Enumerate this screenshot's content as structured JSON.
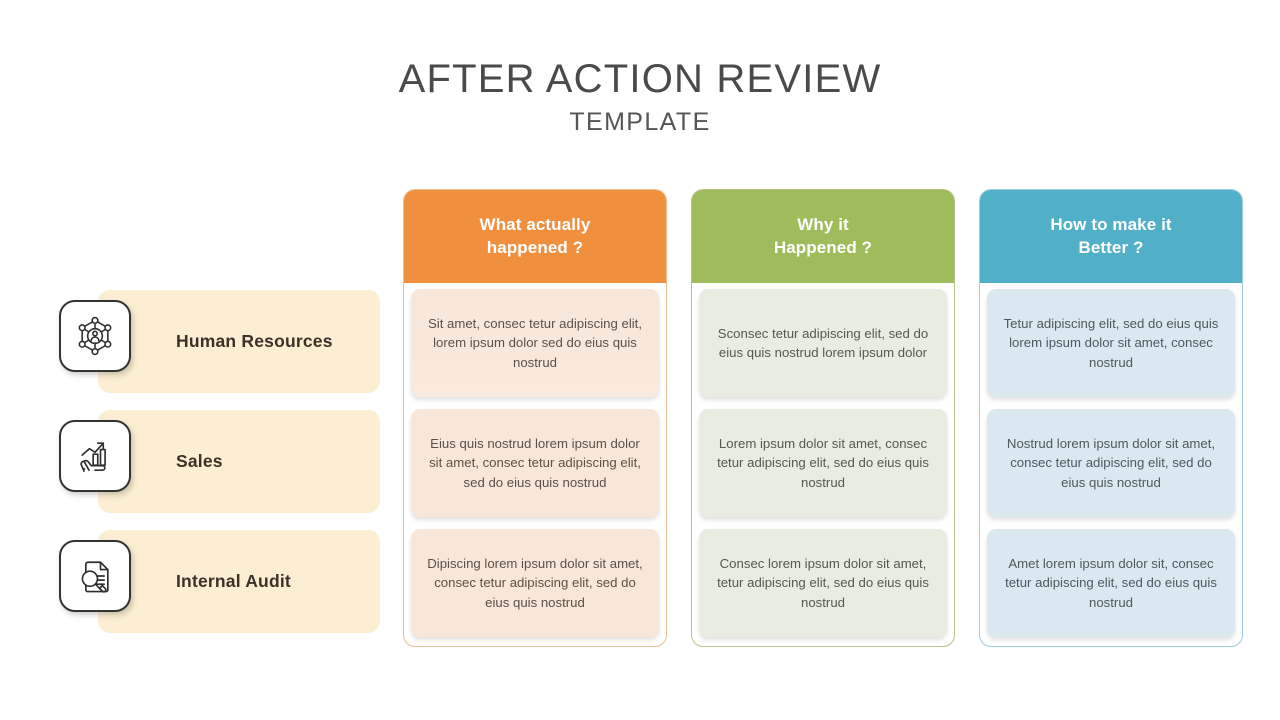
{
  "title": {
    "main": "AFTER ACTION REVIEW",
    "sub": "TEMPLATE"
  },
  "categories": [
    {
      "label": "Human Resources",
      "icon": "network-people-icon"
    },
    {
      "label": "Sales",
      "icon": "hand-growth-chart-icon"
    },
    {
      "label": "Internal Audit",
      "icon": "document-magnifier-icon"
    }
  ],
  "columns": [
    {
      "header": "What actually happened ?",
      "header_line1": "What actually",
      "header_line2": "happened ?",
      "color": "#f0903f",
      "border": "#e7bf92",
      "cell_bg": "#f8e6d8",
      "cells": [
        "Sit amet, consec tetur adipiscing elit, lorem ipsum dolor  sed do eius quis nostrud",
        "Eius quis nostrud  lorem ipsum dolor sit amet, consec tetur adipiscing elit, sed do eius quis nostrud",
        "Dipiscing lorem ipsum dolor sit amet, consec tetur adipiscing elit, sed do eius quis nostrud"
      ]
    },
    {
      "header": "Why it Happened ?",
      "header_line1": "Why it",
      "header_line2": "Happened ?",
      "color": "#9fbc5c",
      "border": "#b4c48a",
      "cell_bg": "#e9ece0",
      "cells": [
        "Sconsec tetur adipiscing elit, sed do eius quis nostrud lorem ipsum dolor",
        "Lorem ipsum dolor sit amet, consec tetur adipiscing elit, sed do eius quis nostrud",
        "Consec lorem ipsum dolor sit amet, tetur adipiscing elit, sed do eius quis nostrud"
      ]
    },
    {
      "header": "How to make it Better ?",
      "header_line1": "How to make it",
      "header_line2": "Better ?",
      "color": "#51afc8",
      "border": "#9ecbdb",
      "cell_bg": "#d9e9ef",
      "cells": [
        "Tetur adipiscing elit, sed do eius quis lorem ipsum dolor sit amet, consec nostrud",
        "Nostrud lorem ipsum dolor sit amet, consec tetur adipiscing elit, sed do eius quis nostrud",
        "Amet lorem ipsum dolor sit, consec tetur adipiscing elit, sed do eius quis nostrud"
      ]
    }
  ],
  "theme": {
    "background": "#ffffff",
    "row_bg": "#fbeed3",
    "title_color": "#4a4a4a",
    "label_color": "#3b3129"
  }
}
